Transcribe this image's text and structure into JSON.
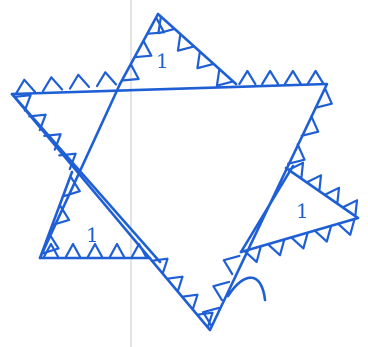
{
  "drawing": {
    "ink_color": "#1f5fd6",
    "paper_color": "#ffffff",
    "fold_line_color": "#c9c9c9",
    "triangle_labels": [
      "1",
      "1",
      "1"
    ]
  }
}
